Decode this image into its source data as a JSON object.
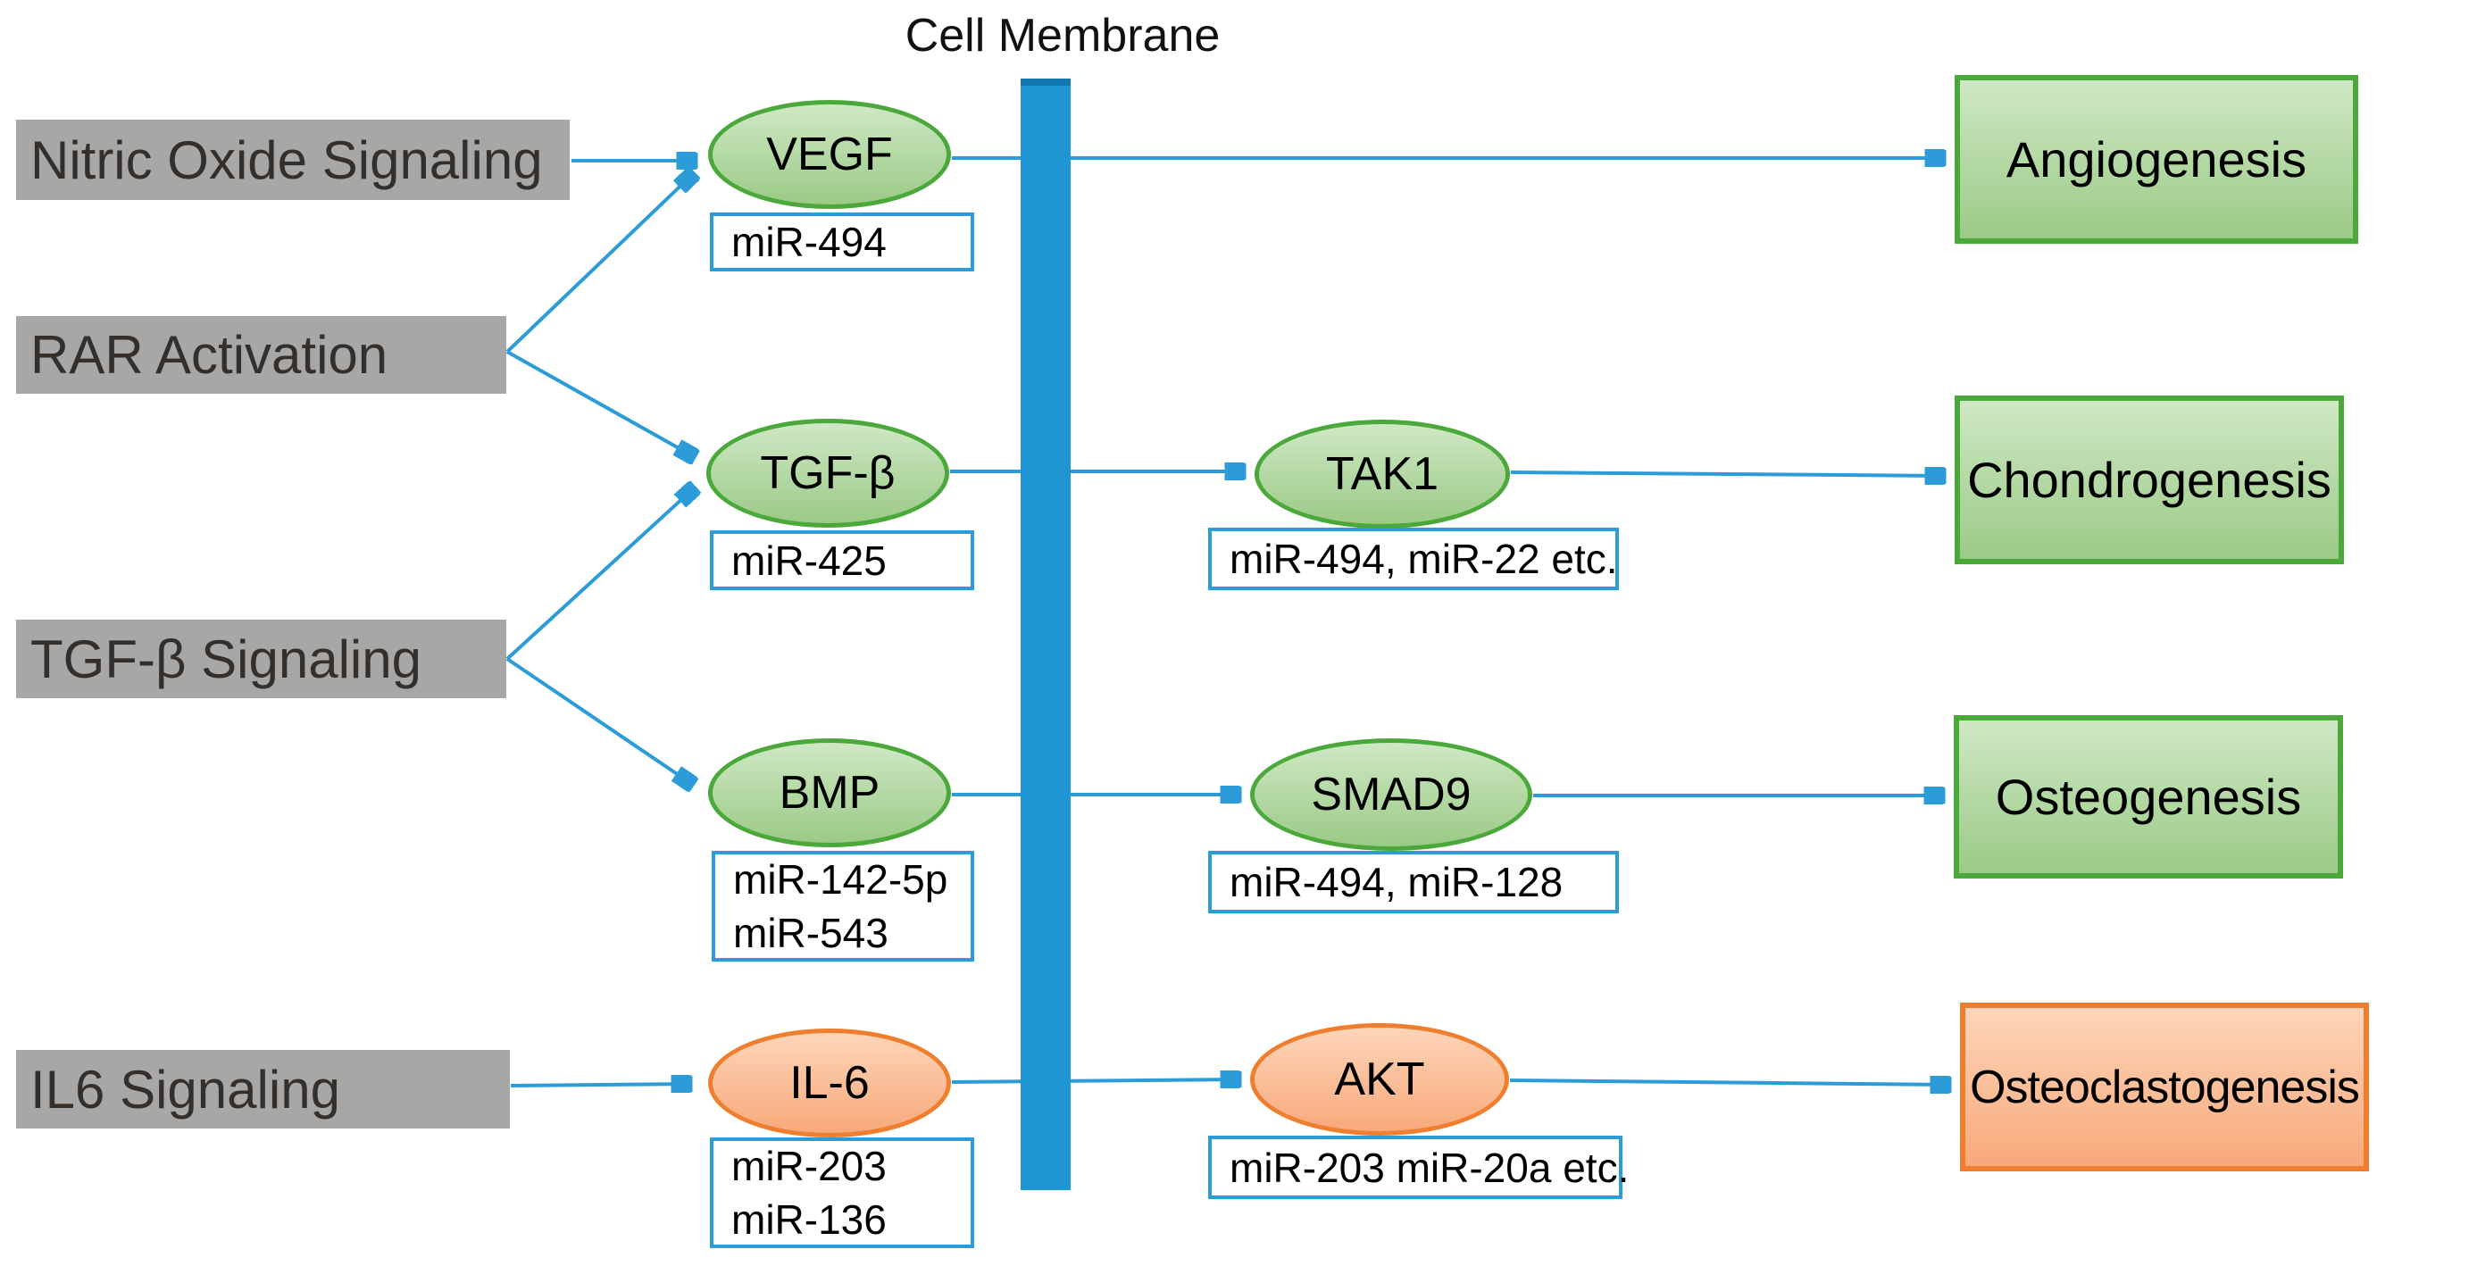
{
  "title": "Cell Membrane",
  "colors": {
    "arrow_blue": "#2b9cd8",
    "membrane_blue": "#1f95d4",
    "membrane_top": "#1377b2",
    "box_gray": "#a7a7a7",
    "gray_ink": "#352f2b",
    "green_border": "#4ba83b",
    "green_top": "#cfe8c5",
    "green_bottom": "#9bca86",
    "orange_border": "#ef7e2e",
    "orange_top": "#fdd5b9",
    "orange_bottom": "#f8a97b"
  },
  "pathways": [
    {
      "id": "nitric-oxide-signaling",
      "label": "Nitric Oxide Signaling"
    },
    {
      "id": "rar-activation",
      "label": "RAR Activation"
    },
    {
      "id": "tgfb-signaling",
      "label": "TGF-β Signaling"
    },
    {
      "id": "il6-signaling",
      "label": "IL6 Signaling"
    }
  ],
  "ligands": [
    {
      "id": "vegf",
      "label": "VEGF",
      "type": "green",
      "mirs": [
        "miR-494"
      ]
    },
    {
      "id": "tgfb",
      "label": "TGF-β",
      "type": "green",
      "mirs": [
        "miR-425"
      ]
    },
    {
      "id": "bmp",
      "label": "BMP",
      "type": "green",
      "mirs": [
        "miR-142-5p",
        "miR-543"
      ]
    },
    {
      "id": "il6",
      "label": "IL-6",
      "type": "orange",
      "mirs": [
        "miR-203",
        "miR-136"
      ]
    }
  ],
  "mediators": [
    {
      "id": "tak1",
      "label": "TAK1",
      "type": "green",
      "mirs": [
        "miR-494, miR-22 etc."
      ]
    },
    {
      "id": "smad9",
      "label": "SMAD9",
      "type": "green",
      "mirs": [
        "miR-494, miR-128"
      ]
    },
    {
      "id": "akt",
      "label": "AKT",
      "type": "orange",
      "mirs": [
        "miR-203 miR-20a etc."
      ]
    }
  ],
  "outcomes": [
    {
      "id": "angiogenesis",
      "label": "Angiogenesis",
      "type": "green"
    },
    {
      "id": "chondrogenesis",
      "label": "Chondrogenesis",
      "type": "green"
    },
    {
      "id": "osteogenesis",
      "label": "Osteogenesis",
      "type": "green"
    },
    {
      "id": "osteoclastogenesis",
      "label": "Osteoclastogenesis",
      "type": "orange"
    }
  ],
  "edges": [
    {
      "from": "Nitric Oxide Signaling",
      "to": "VEGF"
    },
    {
      "from": "RAR Activation",
      "to": "VEGF"
    },
    {
      "from": "RAR Activation",
      "to": "TGF-β"
    },
    {
      "from": "TGF-β Signaling",
      "to": "TGF-β"
    },
    {
      "from": "TGF-β Signaling",
      "to": "BMP"
    },
    {
      "from": "IL6 Signaling",
      "to": "IL-6"
    },
    {
      "from": "VEGF",
      "to": "Angiogenesis"
    },
    {
      "from": "TGF-β",
      "to": "TAK1"
    },
    {
      "from": "TAK1",
      "to": "Chondrogenesis"
    },
    {
      "from": "BMP",
      "to": "SMAD9"
    },
    {
      "from": "SMAD9",
      "to": "Osteogenesis"
    },
    {
      "from": "IL-6",
      "to": "AKT"
    },
    {
      "from": "AKT",
      "to": "Osteoclastogenesis"
    }
  ]
}
